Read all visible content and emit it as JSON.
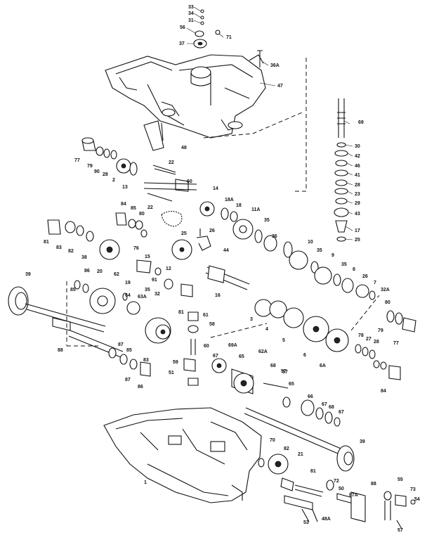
{
  "labels": [
    "33",
    "34",
    "31",
    "56",
    "71",
    "37",
    "36A",
    "47",
    "48",
    "77",
    "79",
    "90",
    "28",
    "2",
    "13",
    "22",
    "60",
    "22",
    "14",
    "18A",
    "18",
    "11A",
    "69",
    "30",
    "42",
    "46",
    "41",
    "28",
    "23",
    "29",
    "43",
    "17",
    "25",
    "84",
    "85",
    "80",
    "26",
    "44",
    "25",
    "76",
    "15",
    "12",
    "35",
    "36",
    "10",
    "35",
    "9",
    "35",
    "8",
    "26",
    "7",
    "32A",
    "81",
    "83",
    "82",
    "38",
    "20",
    "62",
    "19",
    "91",
    "35",
    "86",
    "85",
    "64",
    "63A",
    "32",
    "81",
    "39",
    "16",
    "3",
    "4",
    "5",
    "6",
    "6A",
    "61",
    "58",
    "60",
    "69A",
    "62A",
    "67",
    "65",
    "66",
    "67",
    "68",
    "57",
    "78",
    "27",
    "28",
    "80",
    "79",
    "77",
    "88",
    "87",
    "85",
    "83",
    "59",
    "87",
    "86",
    "51",
    "84",
    "65",
    "67",
    "68",
    "57",
    "70",
    "39",
    "21",
    "82",
    "81",
    "72",
    "50",
    "87A",
    "88",
    "55",
    "73",
    "54",
    "57",
    "1",
    "53",
    "48A"
  ]
}
